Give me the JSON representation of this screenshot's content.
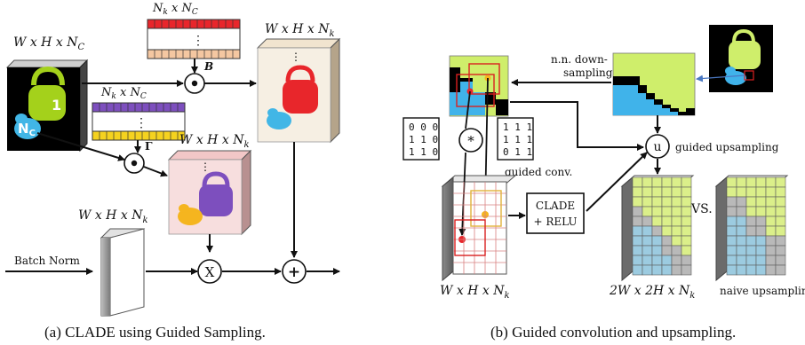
{
  "left_panel": {
    "caption": "(a)  CLADE using Guided Sampling.",
    "input_dims": "W x H x N",
    "input_dims_sub": "C",
    "input_overlay_number": "1",
    "input_overlay_label": "N",
    "input_overlay_label_sub": "C",
    "beta_matrix_dims": "N",
    "beta_matrix_dims_sub1": "k",
    "beta_matrix_dims_mid": " x N",
    "beta_matrix_dims_sub2": "C",
    "beta_label": "B",
    "gamma_matrix_dims": "N",
    "gamma_matrix_dims_sub1": "k",
    "gamma_matrix_dims_mid": " x N",
    "gamma_matrix_dims_sub2": "C",
    "gamma_label": "Γ",
    "beta_out_dims": "W x H x N",
    "beta_out_dims_sub": "k",
    "gamma_out_dims": "W x H x N",
    "gamma_out_dims_sub": "k",
    "bn_dims": "W x H x N",
    "bn_dims_sub": "k",
    "batch_norm_label": "Batch Norm",
    "multiply_symbol": "X",
    "add_symbol": "+",
    "dot_symbol": "•",
    "ellipsis": "⋮",
    "colors": {
      "lime": "#a4d11b",
      "blue": "#41b6e6",
      "red": "#e8262b",
      "purple": "#7d4fbe",
      "yellow": "#f5b51f",
      "pink": "#f7dede",
      "cream": "#f6efe3"
    }
  },
  "right_panel": {
    "caption": "(b)  Guided convolution and upsampling.",
    "downsampling_label_1": "n.n. down-",
    "downsampling_label_2": "sampling",
    "kernel_left": [
      "0 0 0",
      "1 1 0",
      "1 1 0"
    ],
    "kernel_right": [
      "1 1 1",
      "1 1 1",
      "0 1 1"
    ],
    "conv_symbol": "*",
    "guided_conv_label": "guided conv.",
    "clade_relu_line1": "CLADE",
    "clade_relu_line2": "+ RELU",
    "upsample_symbol": "u",
    "guided_upsampling_label": "guided upsampling",
    "feature_dims": "W x H x N",
    "feature_dims_sub": "k",
    "up_dims": "2W x 2H x N",
    "up_dims_sub": "k",
    "vs_label": "VS.",
    "naive_label": "naive upsampling",
    "colors": {
      "lime": "#cfee6b",
      "blue": "#40b3ea",
      "black": "#000000",
      "grid_blue": "#9ccbe0",
      "grid_lime": "#dbef8a"
    }
  }
}
